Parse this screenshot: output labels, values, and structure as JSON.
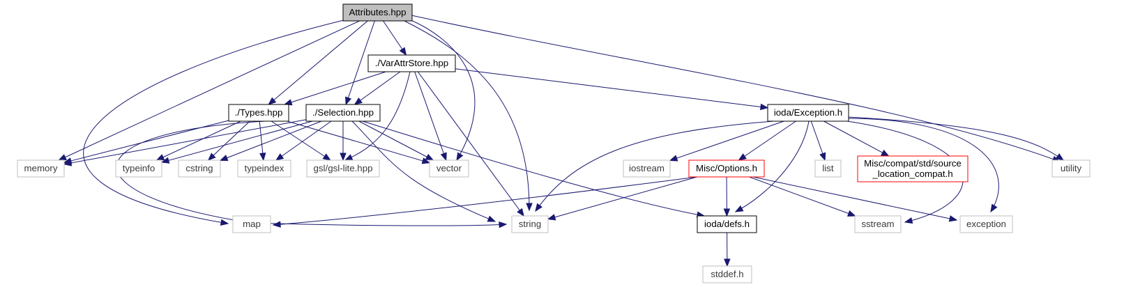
{
  "colors": {
    "edge": "#191970",
    "focus_fill": "#bfbfbf",
    "border_black": "#000000",
    "border_gray": "#bfbfbf",
    "border_red": "#ff0000",
    "text_black": "#000000",
    "text_gray": "#3a3a3a"
  },
  "nodes": [
    {
      "id": "attributes",
      "label": "Attributes.hpp",
      "style": "focus"
    },
    {
      "id": "varattrstore",
      "label": "./VarAttrStore.hpp",
      "style": "black"
    },
    {
      "id": "types",
      "label": "./Types.hpp",
      "style": "black"
    },
    {
      "id": "selection",
      "label": "./Selection.hpp",
      "style": "black"
    },
    {
      "id": "exception",
      "label": "ioda/Exception.h",
      "style": "black"
    },
    {
      "id": "memory",
      "label": "memory",
      "style": "gray"
    },
    {
      "id": "typeinfo",
      "label": "typeinfo",
      "style": "gray"
    },
    {
      "id": "cstring",
      "label": "cstring",
      "style": "gray"
    },
    {
      "id": "typeindex",
      "label": "typeindex",
      "style": "gray"
    },
    {
      "id": "gsllite",
      "label": "gsl/gsl-lite.hpp",
      "style": "gray"
    },
    {
      "id": "vector",
      "label": "vector",
      "style": "gray"
    },
    {
      "id": "iostream",
      "label": "iostream",
      "style": "gray"
    },
    {
      "id": "options",
      "label": "Misc/Options.h",
      "style": "red"
    },
    {
      "id": "list",
      "label": "list",
      "style": "gray"
    },
    {
      "id": "srcloc",
      "label": [
        "Misc/compat/std/source",
        "_location_compat.h"
      ],
      "style": "red"
    },
    {
      "id": "utility",
      "label": "utility",
      "style": "gray"
    },
    {
      "id": "map",
      "label": "map",
      "style": "gray"
    },
    {
      "id": "string",
      "label": "string",
      "style": "gray"
    },
    {
      "id": "defs",
      "label": "ioda/defs.h",
      "style": "black"
    },
    {
      "id": "sstream",
      "label": "sstream",
      "style": "gray"
    },
    {
      "id": "exceptionstd",
      "label": "exception",
      "style": "gray"
    },
    {
      "id": "stddef",
      "label": "stddef.h",
      "style": "gray"
    }
  ],
  "edges": [
    [
      "attributes",
      "varattrstore"
    ],
    [
      "attributes",
      "types"
    ],
    [
      "attributes",
      "selection"
    ],
    [
      "attributes",
      "memory"
    ],
    [
      "attributes",
      "map"
    ],
    [
      "attributes",
      "vector"
    ],
    [
      "attributes",
      "string"
    ],
    [
      "attributes",
      "utility"
    ],
    [
      "varattrstore",
      "types"
    ],
    [
      "varattrstore",
      "selection"
    ],
    [
      "varattrstore",
      "gsllite"
    ],
    [
      "varattrstore",
      "vector"
    ],
    [
      "varattrstore",
      "string"
    ],
    [
      "varattrstore",
      "exception"
    ],
    [
      "types",
      "memory"
    ],
    [
      "types",
      "typeinfo"
    ],
    [
      "types",
      "cstring"
    ],
    [
      "types",
      "typeindex"
    ],
    [
      "types",
      "gsllite"
    ],
    [
      "types",
      "vector"
    ],
    [
      "types",
      "string"
    ],
    [
      "selection",
      "memory"
    ],
    [
      "selection",
      "typeinfo"
    ],
    [
      "selection",
      "cstring"
    ],
    [
      "selection",
      "typeindex"
    ],
    [
      "selection",
      "gsllite"
    ],
    [
      "selection",
      "vector"
    ],
    [
      "selection",
      "string"
    ],
    [
      "selection",
      "defs"
    ],
    [
      "exception",
      "string"
    ],
    [
      "exception",
      "iostream"
    ],
    [
      "exception",
      "options"
    ],
    [
      "exception",
      "list"
    ],
    [
      "exception",
      "srcloc"
    ],
    [
      "exception",
      "defs"
    ],
    [
      "exception",
      "sstream"
    ],
    [
      "exception",
      "exceptionstd"
    ],
    [
      "exception",
      "utility"
    ],
    [
      "options",
      "map"
    ],
    [
      "options",
      "string"
    ],
    [
      "options",
      "defs"
    ],
    [
      "options",
      "sstream"
    ],
    [
      "options",
      "exceptionstd"
    ],
    [
      "defs",
      "stddef"
    ]
  ]
}
